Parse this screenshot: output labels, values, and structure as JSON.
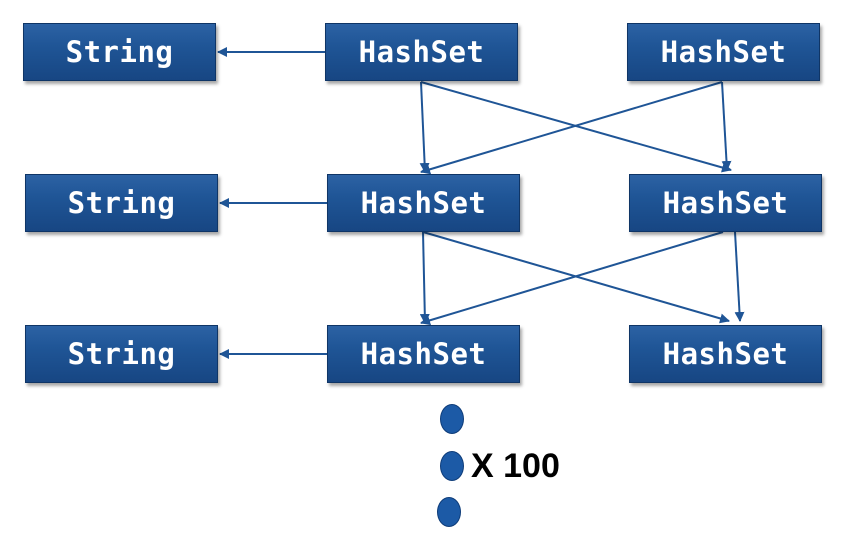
{
  "diagram": {
    "rows": [
      {
        "string_label": "String",
        "middle_label": "HashSet",
        "right_label": "HashSet"
      },
      {
        "string_label": "String",
        "middle_label": "HashSet",
        "right_label": "HashSet"
      },
      {
        "string_label": "String",
        "middle_label": "HashSet",
        "right_label": "HashSet"
      }
    ],
    "repeat_label": "X 100",
    "colors": {
      "node_fill": "#1f5596",
      "arrow": "#1f5596",
      "dot": "#1c5aa6",
      "text": "#ffffff"
    }
  }
}
